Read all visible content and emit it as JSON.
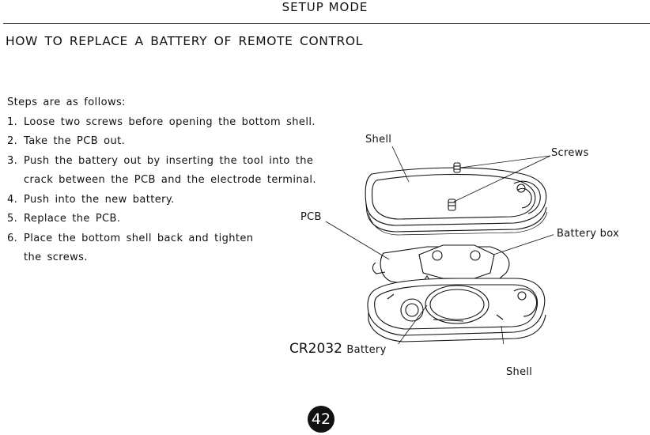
{
  "header": {
    "title": "SETUP  MODE"
  },
  "section": {
    "title": "HOW  TO  REPLACE  A  BATTERY  OF  REMOTE  CONTROL"
  },
  "steps": {
    "intro": "Steps  are  as  follows:",
    "items": [
      {
        "num": "1.",
        "text": "Loose  two  screws  before  opening  the  bottom  shell."
      },
      {
        "num": "2.",
        "text": "Take  the  PCB  out."
      },
      {
        "num": "3.",
        "text": "Push  the  battery  out  by  inserting  the  tool  into  the  crack between  the  PCB  and  the  electrode  terminal."
      },
      {
        "num": "4.",
        "text": "Push  into  the  new  battery."
      },
      {
        "num": "5.",
        "text": "Replace  the  PCB."
      },
      {
        "num": "6.",
        "text": "Place  the  bottom  shell  back  and  tighten  the screws."
      }
    ]
  },
  "diagram": {
    "labels": {
      "shell_top": "Shell",
      "screws": "Screws",
      "pcb": "PCB",
      "battery_box": "Battery  box",
      "battery_model": "CR2032",
      "battery": "Battery",
      "shell_bottom": "Shell"
    }
  },
  "footer": {
    "page_number": "42"
  }
}
